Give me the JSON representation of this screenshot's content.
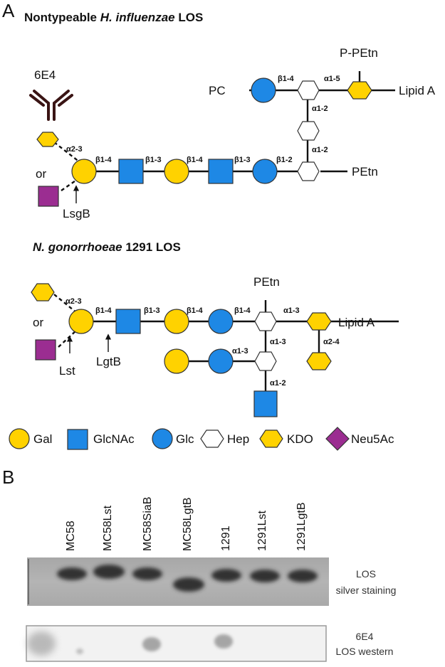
{
  "panel_a": {
    "letter": "A",
    "nthi": {
      "title_plain": "Nontypeable ",
      "title_italic": "H. influenzae",
      "title_end": " LOS",
      "antibody": "6E4",
      "or": "or",
      "enzyme": "LsgB",
      "links": [
        "α2-3",
        "β1-4",
        "β1-3",
        "β1-4",
        "β1-3",
        "β1-2",
        "α1-2",
        "α1-2",
        "β1-4",
        "α1-5"
      ],
      "pc": "PC",
      "p_petn": "P-PEtn",
      "lipid_a": "Lipid A",
      "petn": "PEtn"
    },
    "ng": {
      "title_italic": "N. gonorrhoeae",
      "title_end": " 1291 LOS",
      "or": "or",
      "enzyme_lst": "Lst",
      "enzyme_lgtb": "LgtB",
      "links": [
        "α2-3",
        "β1-4",
        "β1-3",
        "β1-4",
        "β1-4",
        "α1-3",
        "α1-3",
        "α1-3",
        "α2-4",
        "α1-2"
      ],
      "petn": "PEtn",
      "lipid_a": "Lipid A"
    },
    "legend": [
      "Gal",
      "GlcNAc",
      "Glc",
      "Hep",
      "KDO",
      "Neu5Ac"
    ]
  },
  "panel_b": {
    "letter": "B",
    "lanes": [
      "MC58",
      "MC58Lst",
      "MC58SiaB",
      "MC58LgtB",
      "1291",
      "1291Lst",
      "1291LgtB"
    ],
    "blot1_label_line1": "LOS",
    "blot1_label_line2": "silver staining",
    "blot2_label_line1": "6E4",
    "blot2_label_line2": "LOS western"
  },
  "colors": {
    "gal": "#ffd200",
    "glcnac": "#1e88e5",
    "glc": "#1e88e5",
    "hep": "#ffffff",
    "kdo": "#ffd200",
    "neu5ac": "#9b2d91",
    "antibody": "#3a1414"
  }
}
